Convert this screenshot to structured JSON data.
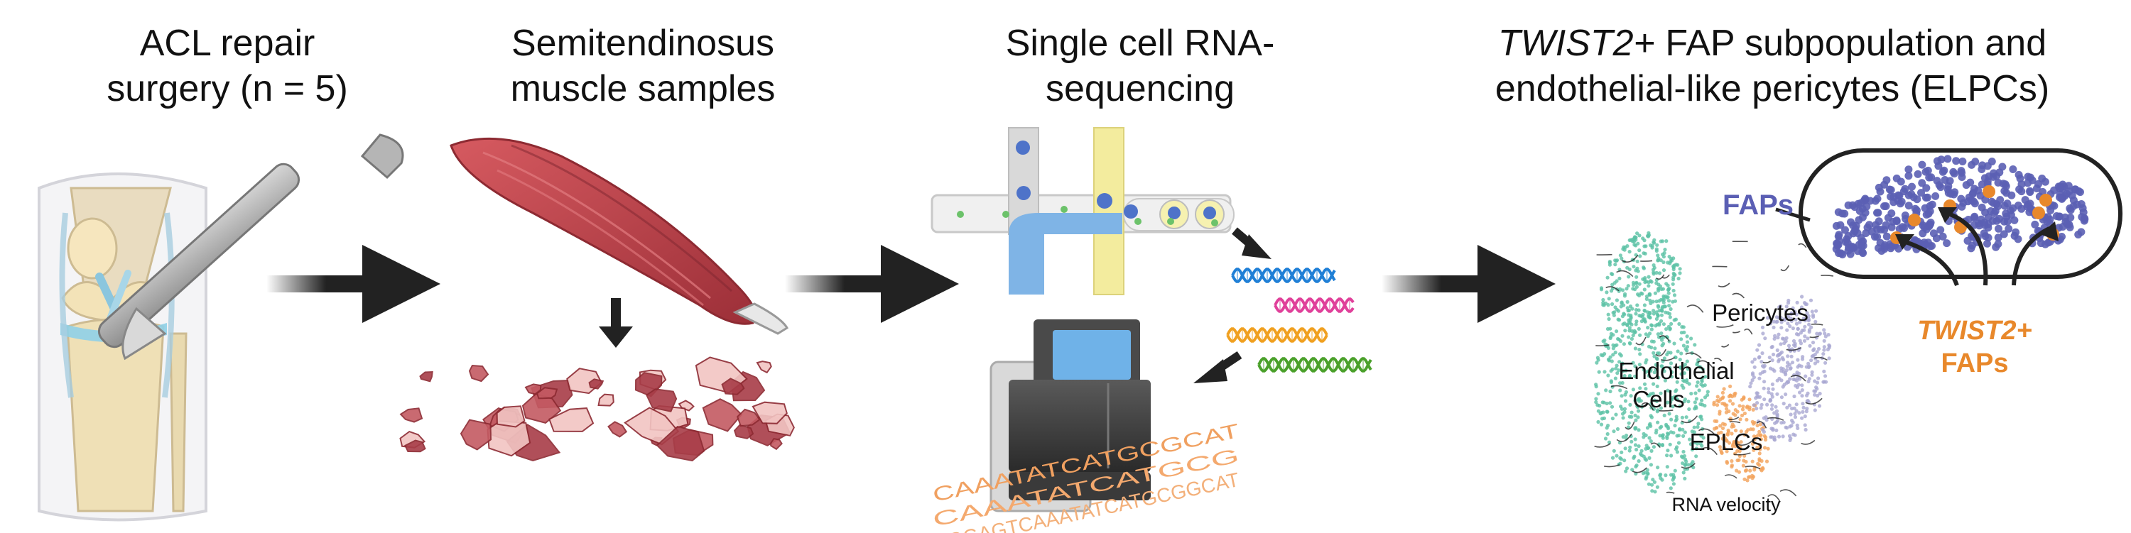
{
  "steps": [
    {
      "title_line1": "ACL repair",
      "title_line2": "surgery (n = 5)"
    },
    {
      "title_line1": "Semitendinosus",
      "title_line2": "muscle samples"
    },
    {
      "title_line1": "Single cell RNA-",
      "title_line2": "sequencing"
    },
    {
      "title_line1_gene": "TWIST2+",
      "title_line1_rest": " FAP subpopulation and",
      "title_line2": "endothelial-like pericytes (ELPCs)"
    }
  ],
  "sequencer": {
    "seq_lines": [
      "CAAATATCATGCGCAT",
      "CAAATATCATGCG",
      "GGGAGTCAAATATCATGCGGCAT"
    ]
  },
  "umap": {
    "labels": {
      "endothelial_line1": "Endothelial",
      "endothelial_line2": "Cells",
      "pericytes": "Pericytes",
      "eplcs": "EPLCs",
      "velocity": "RNA velocity"
    }
  },
  "inset": {
    "faps_label": "FAPs",
    "twist2_line1": "TWIST2+",
    "twist2_line2": "FAPs"
  },
  "colors": {
    "arrow": "#222222",
    "muscle": "#c0464e",
    "endothelial": "#5bc2a5",
    "pericyte": "#a9a7d2",
    "eplc": "#f2a35b",
    "fap": "#5b5fb4",
    "twist2": "#e8882b",
    "dna_blue": "#1f7fd6",
    "dna_pink": "#e0409a",
    "dna_orange": "#f0a020",
    "dna_green": "#4aa02a"
  }
}
